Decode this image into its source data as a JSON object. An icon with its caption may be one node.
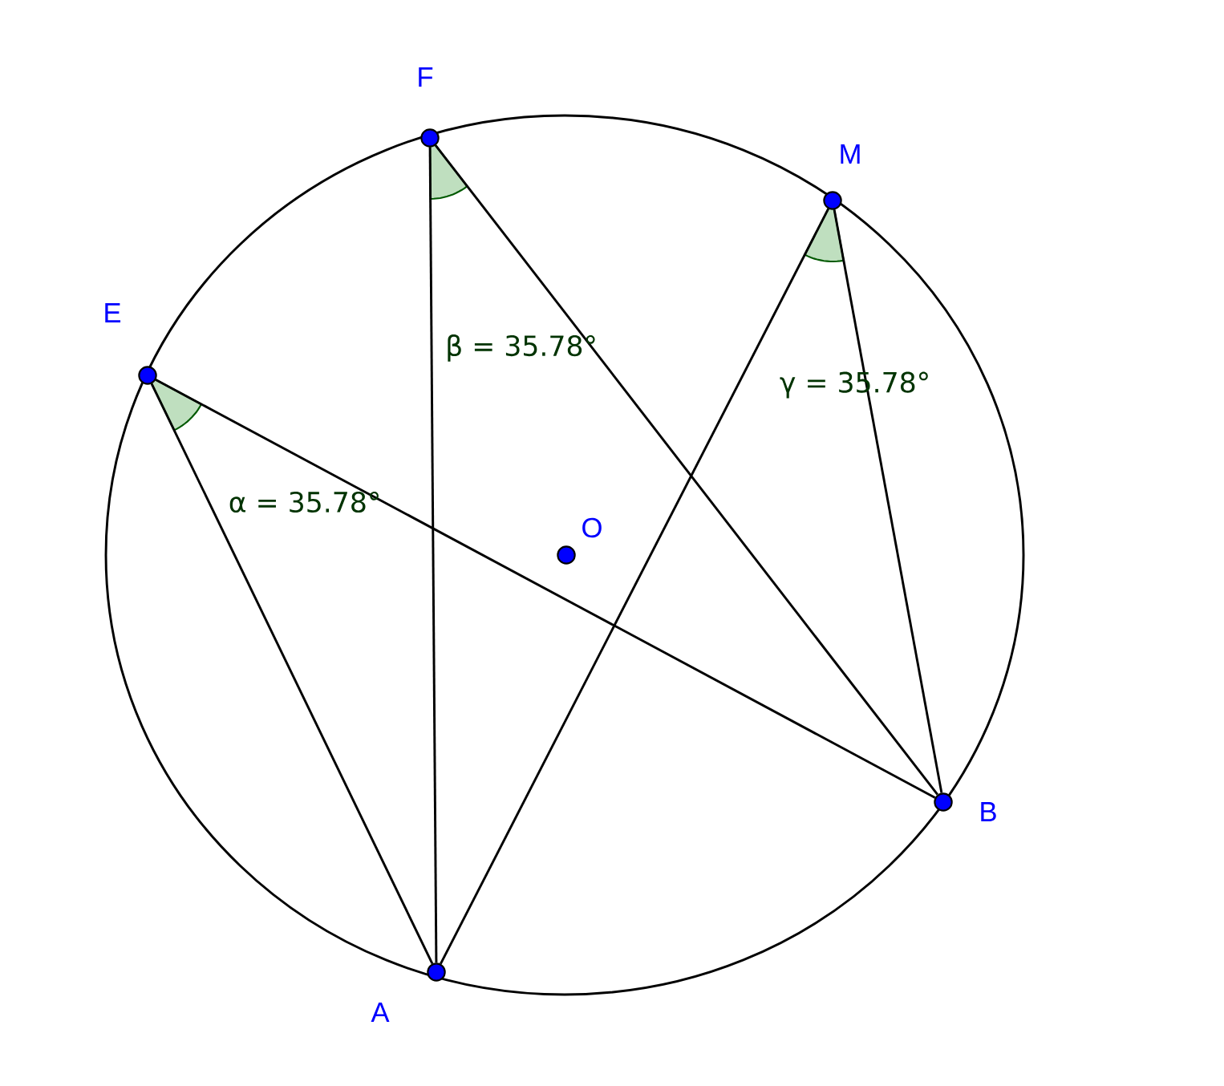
{
  "diagram": {
    "nodes": [
      {
        "text": [],
        "shape": "circle",
        "beside": [
          "F"
        ]
      },
      {
        "text": [],
        "shape": "circle",
        "beside": [
          "M"
        ]
      },
      {
        "text": [],
        "shape": "circle",
        "beside": [
          "E"
        ]
      },
      {
        "text": [],
        "shape": "circle",
        "beside": [
          "O"
        ]
      },
      {
        "text": [],
        "shape": "circle",
        "beside": [
          "B"
        ]
      },
      {
        "text": [],
        "shape": "circle",
        "beside": [
          "A"
        ]
      }
    ],
    "edges": [
      {
        "from": 2,
        "to": 5,
        "arrow": "none"
      },
      {
        "from": 2,
        "to": 4,
        "arrow": "none"
      },
      {
        "from": 0,
        "to": 5,
        "arrow": "none"
      },
      {
        "from": 0,
        "to": 4,
        "arrow": "none"
      },
      {
        "from": 1,
        "to": 5,
        "arrow": "none"
      },
      {
        "from": 1,
        "to": 4,
        "arrow": "none"
      }
    ],
    "labels": [
      "α = 35.78°",
      "β = 35.78°",
      "γ = 35.78°"
    ]
  }
}
